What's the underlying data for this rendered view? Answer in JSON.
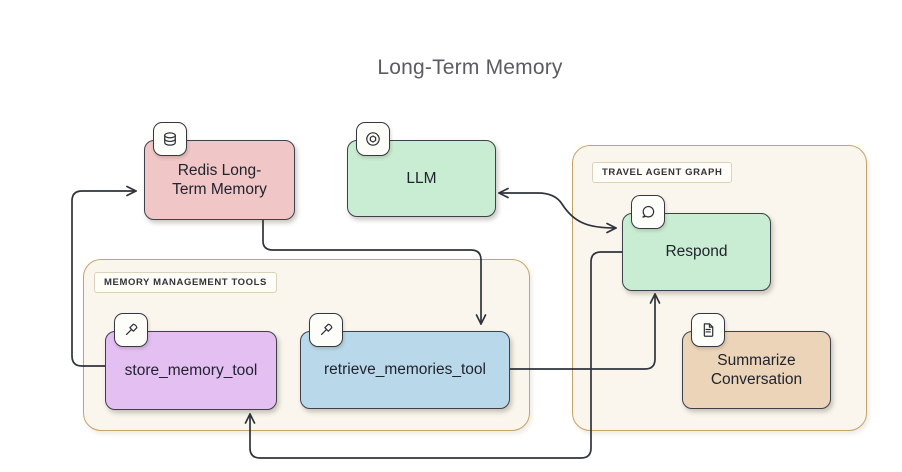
{
  "title": "Long-Term Memory",
  "groups": {
    "memory_tools": {
      "label": "MEMORY MANAGEMENT TOOLS"
    },
    "travel_graph": {
      "label": "TRAVEL AGENT GRAPH"
    }
  },
  "nodes": {
    "redis": {
      "label": "Redis Long-\nTerm Memory",
      "icon": "database-icon",
      "fill": "#f0c6c6"
    },
    "llm": {
      "label": "LLM",
      "icon": "openai-icon",
      "fill": "#c9edd2"
    },
    "respond": {
      "label": "Respond",
      "icon": "chat-bubble-icon",
      "fill": "#c9edd2"
    },
    "summarize": {
      "label": "Summarize\nConversation",
      "icon": "document-icon",
      "fill": "#ebd4b8"
    },
    "store": {
      "label": "store_memory_tool",
      "icon": "hammer-icon",
      "fill": "#e4bff2"
    },
    "retrieve": {
      "label": "retrieve_memories_tool",
      "icon": "hammer-icon",
      "fill": "#b9d9ea"
    }
  },
  "edges": [
    {
      "from": "store_memory_tool",
      "to": "Redis Long-Term Memory",
      "bidirectional": false
    },
    {
      "from": "Redis Long-Term Memory",
      "to": "retrieve_memories_tool",
      "bidirectional": false
    },
    {
      "from": "LLM",
      "to": "Respond",
      "bidirectional": true
    },
    {
      "from": "retrieve_memories_tool",
      "to": "Respond",
      "bidirectional": false
    },
    {
      "from": "Respond",
      "to": "store_memory_tool",
      "bidirectional": false
    }
  ],
  "colors": {
    "background": "#ffffff",
    "title_text": "#5b5b63",
    "group_fill": "#faf6ed",
    "group_border": "#c4a469",
    "node_border": "#3c414b",
    "edge_stroke": "#2f333b",
    "redis_fill": "#f0c6c6",
    "green_fill": "#c9edd2",
    "purple_fill": "#e4bff2",
    "blue_fill": "#b9d9ea",
    "tan_fill": "#ebd4b8"
  }
}
